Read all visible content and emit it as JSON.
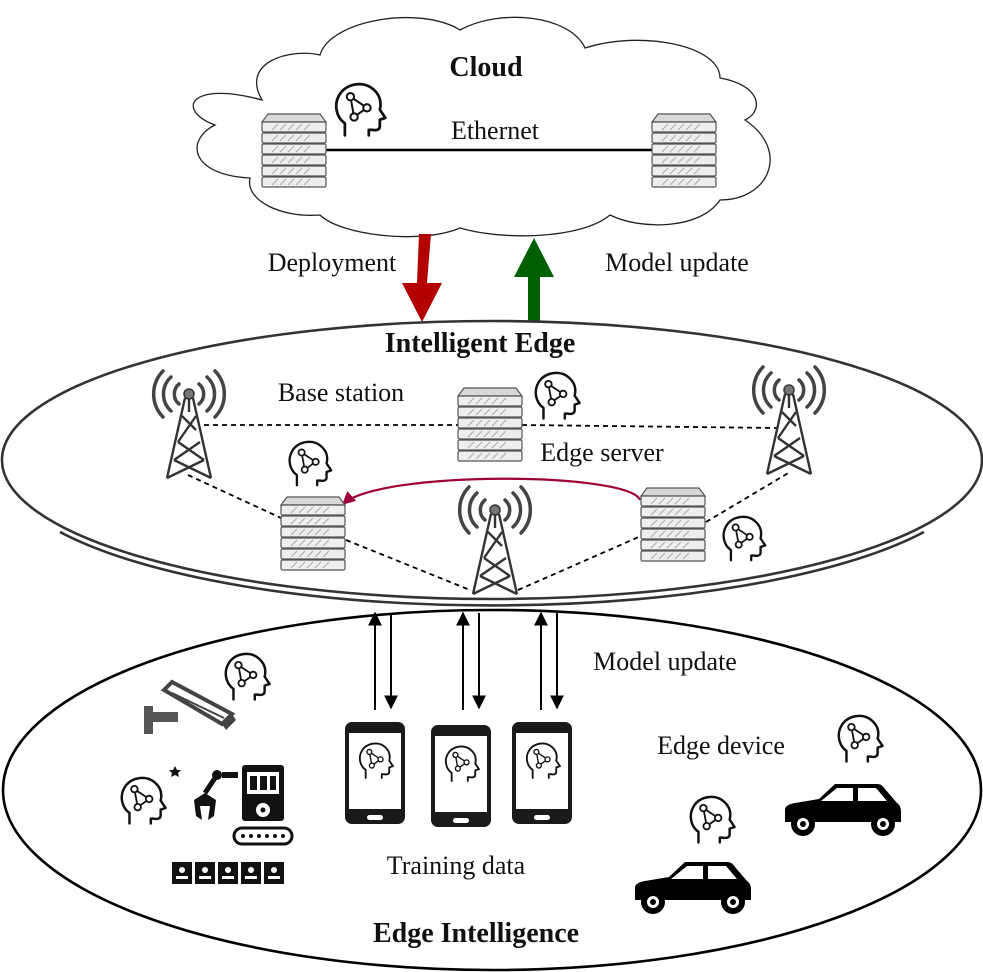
{
  "cloud": {
    "title": "Cloud",
    "link_label": "Ethernet"
  },
  "flows": {
    "deployment_label": "Deployment",
    "model_update_label": "Model update",
    "deployment_color": "#b30000",
    "model_update_color": "#006000"
  },
  "intelligent_edge": {
    "title": "Intelligent Edge",
    "base_station_label": "Base station",
    "edge_server_label": "Edge server",
    "migration_arrow_color": "#a0003a"
  },
  "edge_intelligence": {
    "title": "Edge Intelligence",
    "model_update_label": "Model update",
    "edge_device_label": "Edge device",
    "training_data_label": "Training data"
  },
  "icons": {
    "server": "server-rack-icon",
    "tower": "radio-tower-icon",
    "brain": "ai-head-icon",
    "phone": "smartphone-icon",
    "car": "car-icon",
    "camera": "surveillance-camera-icon",
    "robot": "industrial-robot-icon"
  }
}
